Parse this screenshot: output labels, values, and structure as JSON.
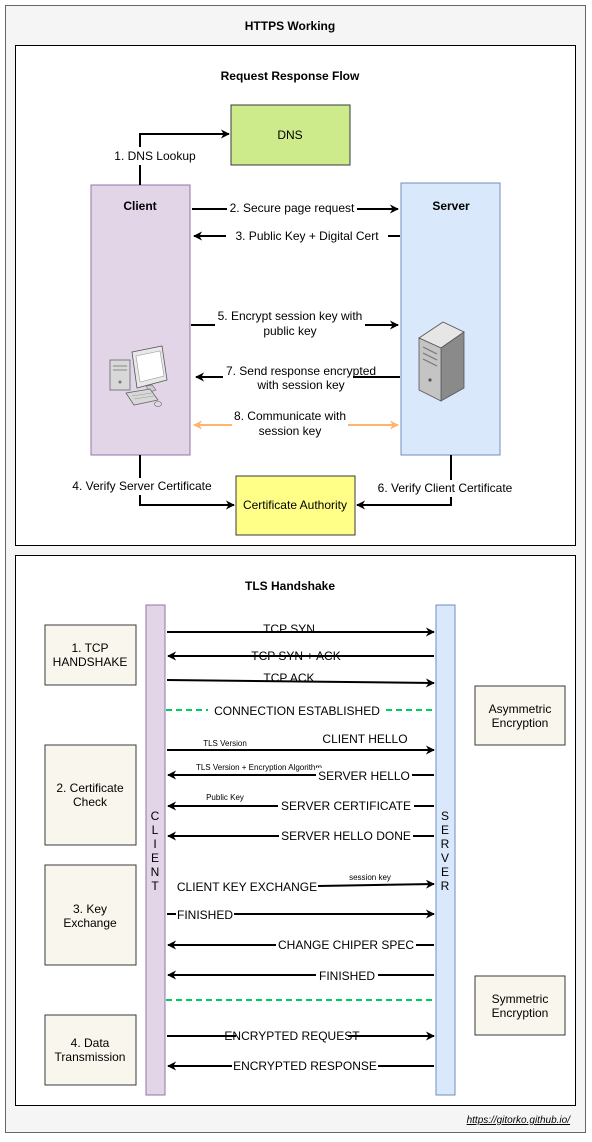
{
  "title": "HTTPS Working",
  "footer_url": "https://gitorko.github.io/",
  "flow": {
    "title": "Request Response Flow",
    "dns": "DNS",
    "client": "Client",
    "server": "Server",
    "ca": "Certificate Authority",
    "dns_lookup": "1. DNS Lookup",
    "step2": "2. Secure page request",
    "step3": "3. Public Key + Digital Cert",
    "step5_line1": "5. Encrypt session key with",
    "step5_line2": "public key",
    "step7_line1": "7. Send response encrypted",
    "step7_line2": "with session key",
    "step8_line1": "8. Communicate with",
    "step8_line2": "session key",
    "step4": "4. Verify Server Certificate",
    "step6": "6. Verify Client Certificate",
    "colors": {
      "client_fill": "#e1d5e7",
      "client_stroke": "#9673a6",
      "server_fill": "#dae8fc",
      "server_stroke": "#6c8ebf",
      "dns_fill": "#cdeb8b",
      "dns_stroke": "#36393d",
      "ca_fill": "#ffff88",
      "ca_stroke": "#36393d",
      "communicate_arrow": "#ffb570"
    }
  },
  "tls": {
    "title": "TLS Handshake",
    "client_letters": [
      "C",
      "L",
      "I",
      "E",
      "N",
      "T"
    ],
    "server_letters": [
      "S",
      "E",
      "R",
      "V",
      "E",
      "R"
    ],
    "phase1_line1": "1. TCP",
    "phase1_line2": "HANDSHAKE",
    "phase2_line1": "2. Certificate",
    "phase2_line2": "Check",
    "phase3_line1": "3. Key",
    "phase3_line2": "Exchange",
    "phase4_line1": "4. Data",
    "phase4_line2": "Transmission",
    "asym_line1": "Asymmetric",
    "asym_line2": "Encryption",
    "sym_line1": "Symmetric",
    "sym_line2": "Encryption",
    "tcp_syn": "TCP SYN",
    "tcp_syn_ack": "TCP SYN + ACK",
    "tcp_ack": "TCP ACK",
    "connection_established": "CONNECTION ESTABLISHED",
    "tls_version": "TLS Version",
    "client_hello": "CLIENT HELLO",
    "tls_version_algo": "TLS Version + Encryption Algorithm",
    "server_hello": "SERVER HELLO",
    "public_key": "Public Key",
    "server_certificate": "SERVER CERTIFICATE",
    "server_hello_done": "SERVER HELLO DONE",
    "client_key_exchange": "CLIENT KEY EXCHANGE",
    "session_key": "session key",
    "finished_client": "FINISHED",
    "change_cipher_spec": "CHANGE CHIPER SPEC",
    "finished_server": "FINISHED",
    "encrypted_request": "ENCRYPTED REQUEST",
    "encrypted_response": "ENCRYPTED RESPONSE",
    "colors": {
      "dashed_line": "#00cc66",
      "phase_fill": "#f9f7ed",
      "phase_stroke": "#36393d"
    }
  }
}
